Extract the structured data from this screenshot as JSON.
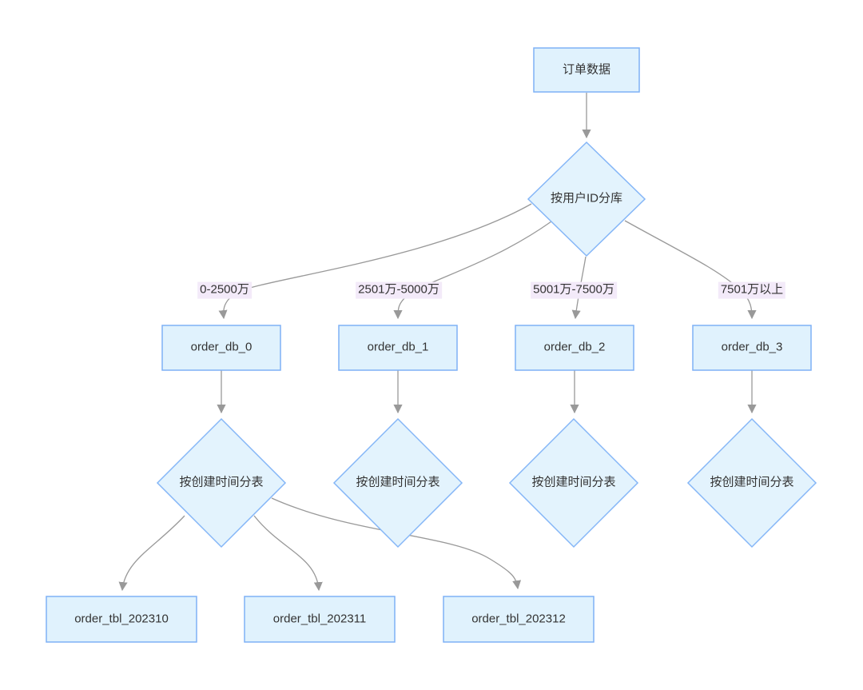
{
  "diagram": {
    "type": "flowchart",
    "direction": "top-down",
    "nodes": [
      {
        "id": "order_data",
        "shape": "rect",
        "label": "订单数据"
      },
      {
        "id": "shard_db",
        "shape": "diamond",
        "label": "按用户ID分库"
      },
      {
        "id": "order_db_0",
        "shape": "rect",
        "label": "order_db_0"
      },
      {
        "id": "order_db_1",
        "shape": "rect",
        "label": "order_db_1"
      },
      {
        "id": "order_db_2",
        "shape": "rect",
        "label": "order_db_2"
      },
      {
        "id": "order_db_3",
        "shape": "rect",
        "label": "order_db_3"
      },
      {
        "id": "shard_tbl_0",
        "shape": "diamond",
        "label": "按创建时间分表"
      },
      {
        "id": "shard_tbl_1",
        "shape": "diamond",
        "label": "按创建时间分表"
      },
      {
        "id": "shard_tbl_2",
        "shape": "diamond",
        "label": "按创建时间分表"
      },
      {
        "id": "shard_tbl_3",
        "shape": "diamond",
        "label": "按创建时间分表"
      },
      {
        "id": "tbl_202310",
        "shape": "rect",
        "label": "order_tbl_202310"
      },
      {
        "id": "tbl_202311",
        "shape": "rect",
        "label": "order_tbl_202311"
      },
      {
        "id": "tbl_202312",
        "shape": "rect",
        "label": "order_tbl_202312"
      }
    ],
    "edges": [
      {
        "from": "order_data",
        "to": "shard_db",
        "label": ""
      },
      {
        "from": "shard_db",
        "to": "order_db_0",
        "label": "0-2500万"
      },
      {
        "from": "shard_db",
        "to": "order_db_1",
        "label": "2501万-5000万"
      },
      {
        "from": "shard_db",
        "to": "order_db_2",
        "label": "5001万-7500万"
      },
      {
        "from": "shard_db",
        "to": "order_db_3",
        "label": "7501万以上"
      },
      {
        "from": "order_db_0",
        "to": "shard_tbl_0",
        "label": ""
      },
      {
        "from": "order_db_1",
        "to": "shard_tbl_1",
        "label": ""
      },
      {
        "from": "order_db_2",
        "to": "shard_tbl_2",
        "label": ""
      },
      {
        "from": "order_db_3",
        "to": "shard_tbl_3",
        "label": ""
      },
      {
        "from": "shard_tbl_0",
        "to": "tbl_202310",
        "label": ""
      },
      {
        "from": "shard_tbl_0",
        "to": "tbl_202311",
        "label": ""
      },
      {
        "from": "shard_tbl_0",
        "to": "tbl_202312",
        "label": ""
      }
    ],
    "colors": {
      "canvas_background": "#ffffff",
      "node_fill": "#e0f2fd",
      "node_border": "#7fb1f5",
      "node_text": "#333333",
      "edge_line": "#999999",
      "edge_label_background": "#f3eaf9",
      "edge_label_text": "#333333"
    }
  }
}
